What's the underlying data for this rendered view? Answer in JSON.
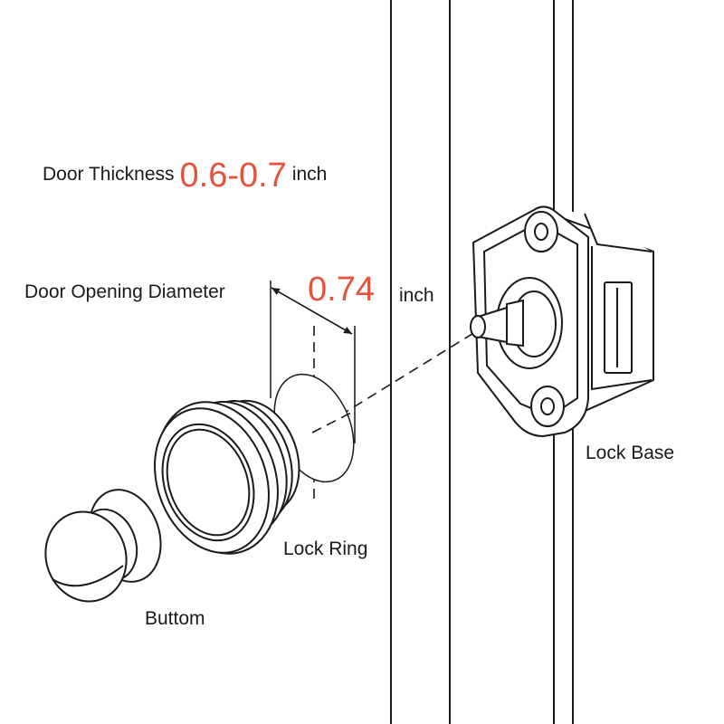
{
  "labels": {
    "door_thickness": "Door Thickness",
    "door_thickness_value": "0.6-0.7",
    "door_thickness_unit": "inch",
    "door_opening": "Door Opening Diameter",
    "door_opening_value": "0.74",
    "door_opening_unit": "inch",
    "lock_ring": "Lock Ring",
    "buttom": "Buttom",
    "lock_base": "Lock Base"
  },
  "colors": {
    "ink": "#1a1a1a",
    "accent": "#e4533c",
    "background": "#ffffff"
  }
}
